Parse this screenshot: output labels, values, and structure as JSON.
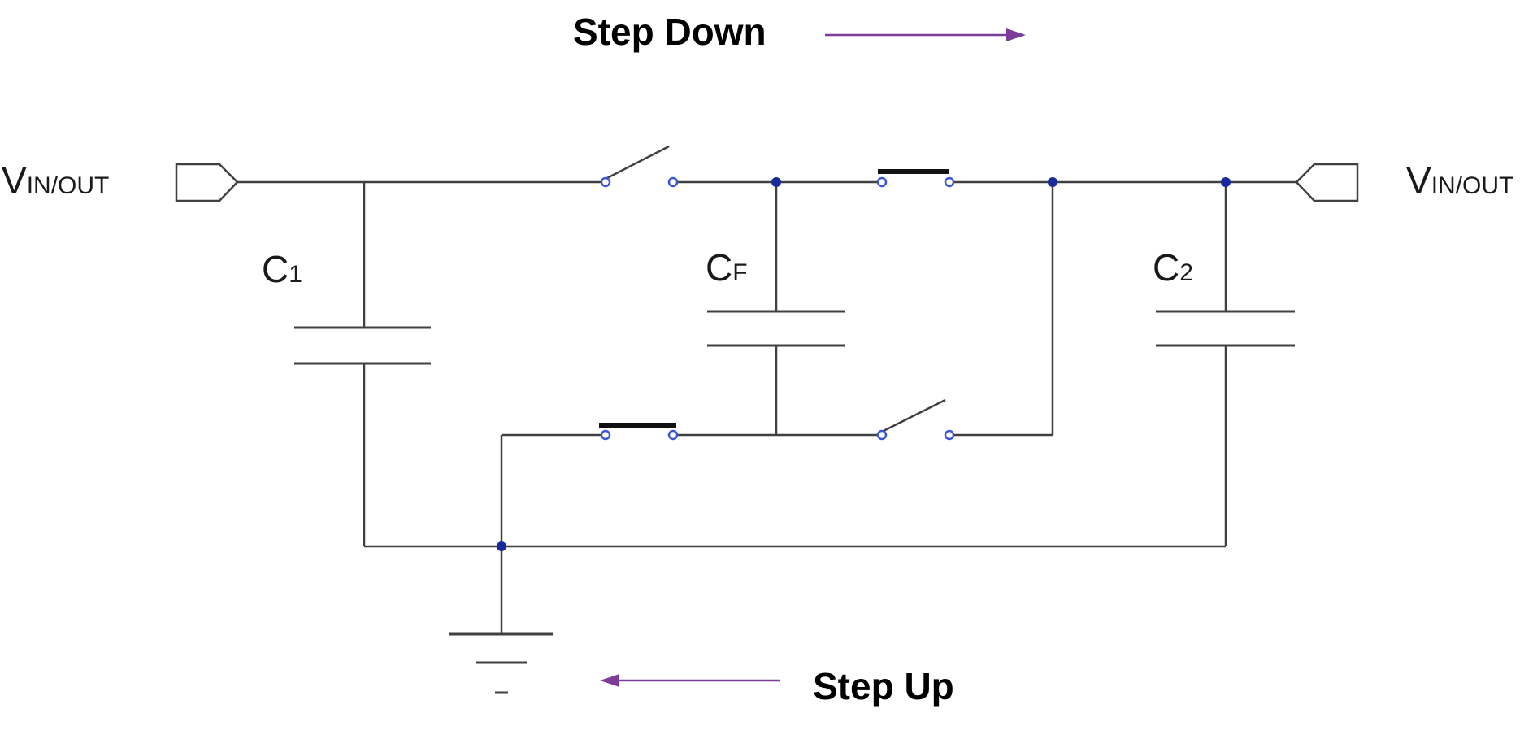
{
  "labels": {
    "step_down": "Step Down",
    "step_up": "Step Up",
    "vin_left_main": "V",
    "vin_left_sub": "IN/OUT",
    "vin_right_main": "V",
    "vin_right_sub": "IN/OUT",
    "c1_main": "C",
    "c1_sub": "1",
    "cf_main": "C",
    "cf_sub": "F",
    "c2_main": "C",
    "c2_sub": "2"
  },
  "colors": {
    "wire": "#404040",
    "node": "#1a2a9c",
    "contact": "#3a55d8",
    "arrow": "#7d3c98"
  }
}
